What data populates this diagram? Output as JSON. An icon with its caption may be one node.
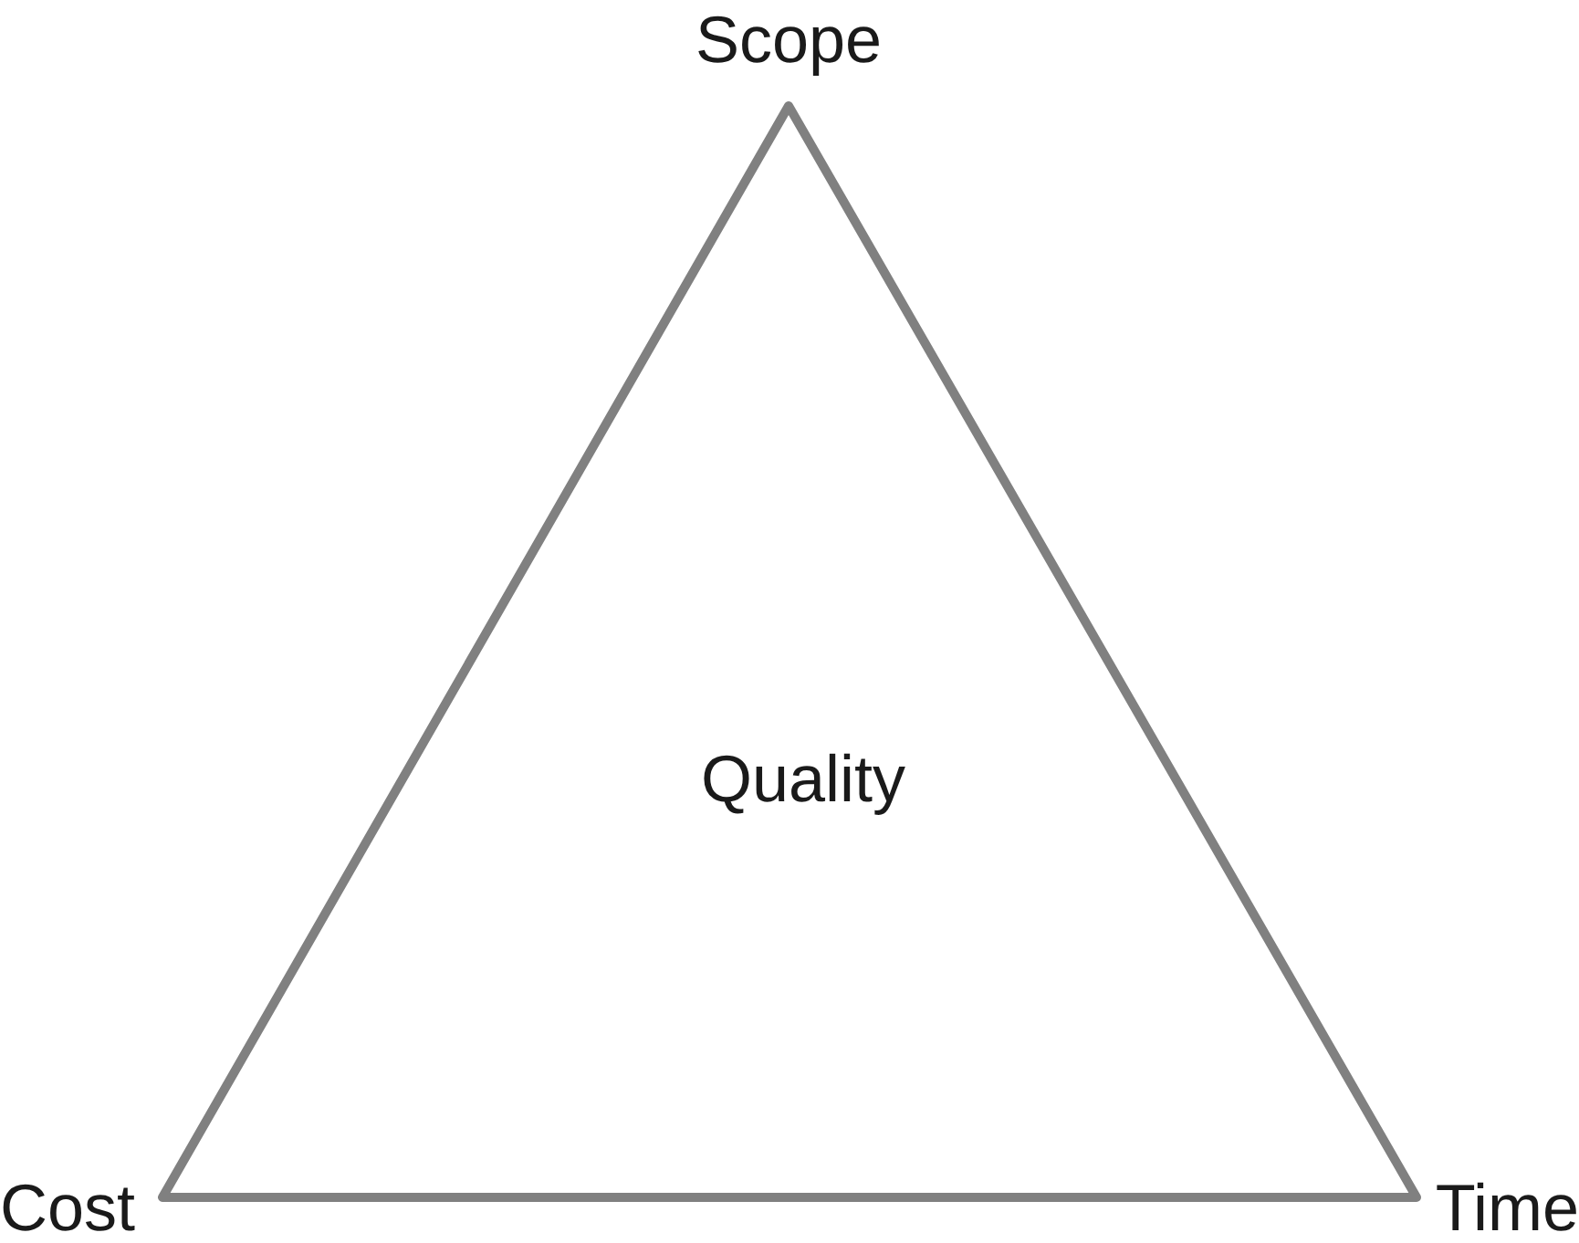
{
  "diagram": {
    "nodes": [
      {
        "text": [
          "Quality"
        ]
      }
    ],
    "labels": [
      "Scope",
      "Cost",
      "Time"
    ]
  }
}
